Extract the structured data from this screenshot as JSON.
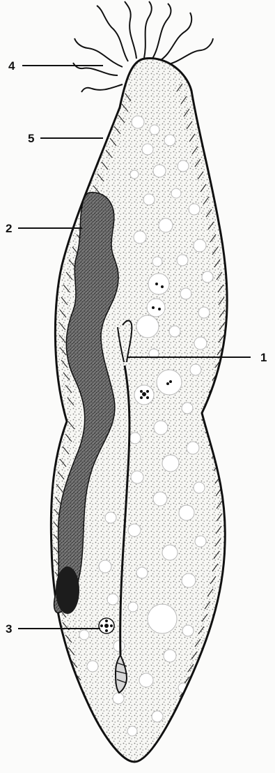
{
  "diagram": {
    "labels": [
      {
        "key": "one",
        "text": "1"
      },
      {
        "key": "two",
        "text": "2"
      },
      {
        "key": "three",
        "text": "3"
      },
      {
        "key": "four",
        "text": "4"
      },
      {
        "key": "five",
        "text": "5"
      }
    ],
    "colors": {
      "ink": "#111111",
      "body_fill": "#f7f7f4",
      "dot": "#202020",
      "nucleus_fill": "#6f6f6f",
      "dark_spot": "#1c1c1c",
      "vacuole_fill": "#ffffff"
    }
  }
}
